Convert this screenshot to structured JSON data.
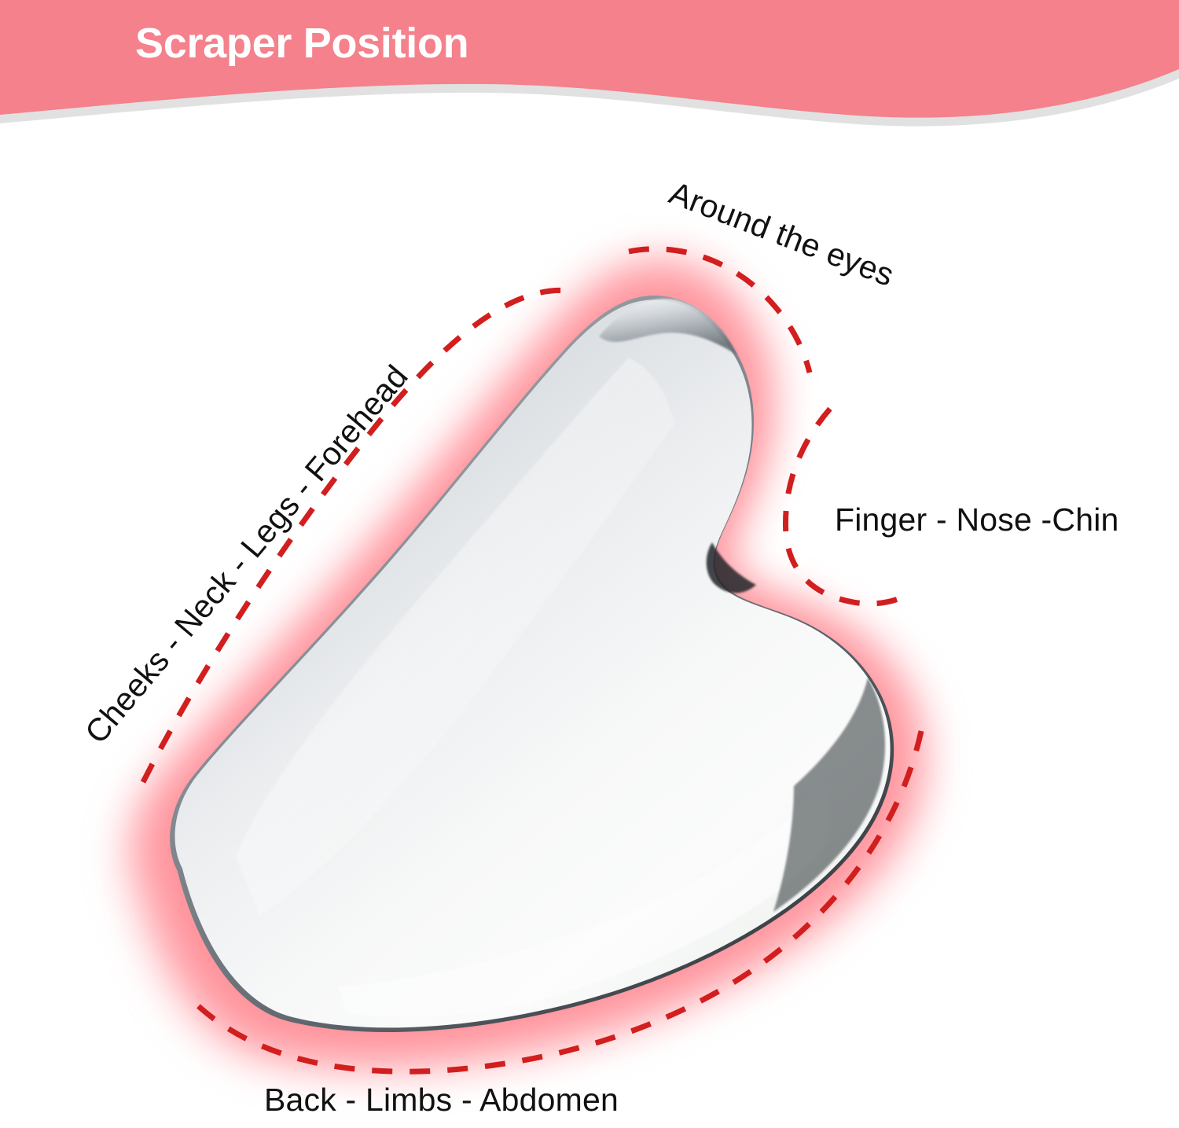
{
  "header": {
    "title": "Scraper Position",
    "banner_color": "#F4818B",
    "banner_shadow_color": "#DCDCDC",
    "title_color": "#FFFFFF"
  },
  "product": {
    "name": "gua-sha-scraper-stone",
    "body_color": "#F2F4F6",
    "edge_color": "#9AA0A6",
    "glow_color": "#FF8E96",
    "dash_color": "#D21E1E"
  },
  "callouts": [
    {
      "id": "around-the-eyes",
      "text": "Around the eyes",
      "region": "top-right",
      "rotation_deg": 21
    },
    {
      "id": "cheeks-neck-legs-forehead",
      "text": "Cheeks - Neck - Legs - Forehead",
      "region": "left",
      "rotation_deg": -50
    },
    {
      "id": "finger-nose-chin",
      "text": "Finger - Nose -Chin",
      "region": "right",
      "rotation_deg": 0
    },
    {
      "id": "back-limbs-abdomen",
      "text": "Back - Limbs - Abdomen",
      "region": "bottom",
      "rotation_deg": 0
    }
  ]
}
